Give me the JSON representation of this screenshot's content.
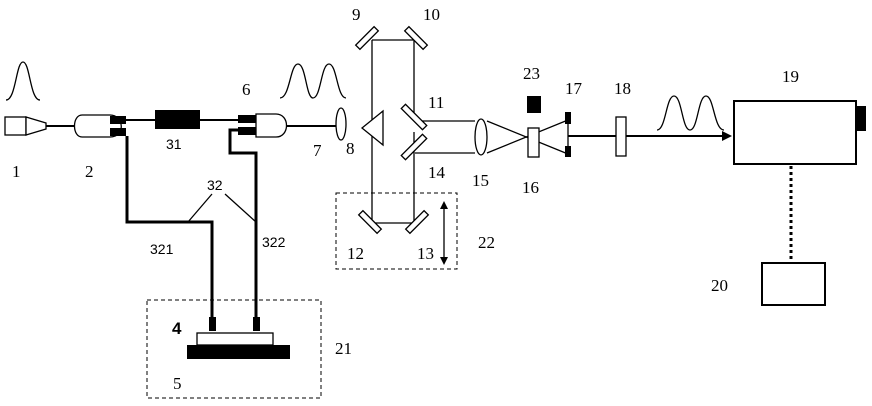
{
  "labels": {
    "l1": "1",
    "l2": "2",
    "l4": "4",
    "l5": "5",
    "l6": "6",
    "l7": "7",
    "l8": "8",
    "l9": "9",
    "l10": "10",
    "l11": "11",
    "l12": "12",
    "l13": "13",
    "l14": "14",
    "l15": "15",
    "l16": "16",
    "l17": "17",
    "l18": "18",
    "l19": "19",
    "l20": "20",
    "l21": "21",
    "l22": "22",
    "l23": "23",
    "l31": "31",
    "l32": "32",
    "l321": "321",
    "l322": "322"
  }
}
